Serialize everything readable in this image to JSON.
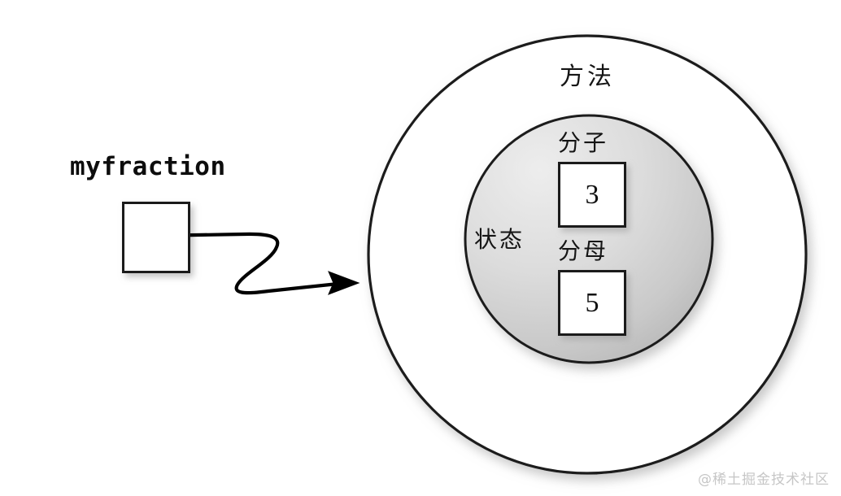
{
  "diagram": {
    "title_label": "myfraction",
    "outer_circle": {
      "label": "方法",
      "meaning": "methods",
      "fill": "#ffffff",
      "stroke": "#1a1a1a"
    },
    "inner_circle": {
      "label": "状态",
      "meaning": "state",
      "fill_light": "#e9e9e9",
      "fill_dark": "#bdbdbd",
      "stroke": "#1a1a1a"
    },
    "fields": [
      {
        "label": "分子",
        "meaning": "numerator",
        "value": "3"
      },
      {
        "label": "分母",
        "meaning": "denominator",
        "value": "5"
      }
    ],
    "reference_box": {
      "value": "",
      "fill": "#ffffff",
      "stroke": "#1b1b1b"
    },
    "arrow": {
      "name": "reference-arrow",
      "color": "#000000"
    }
  },
  "watermark": {
    "text": "@稀土掘金技术社区"
  }
}
